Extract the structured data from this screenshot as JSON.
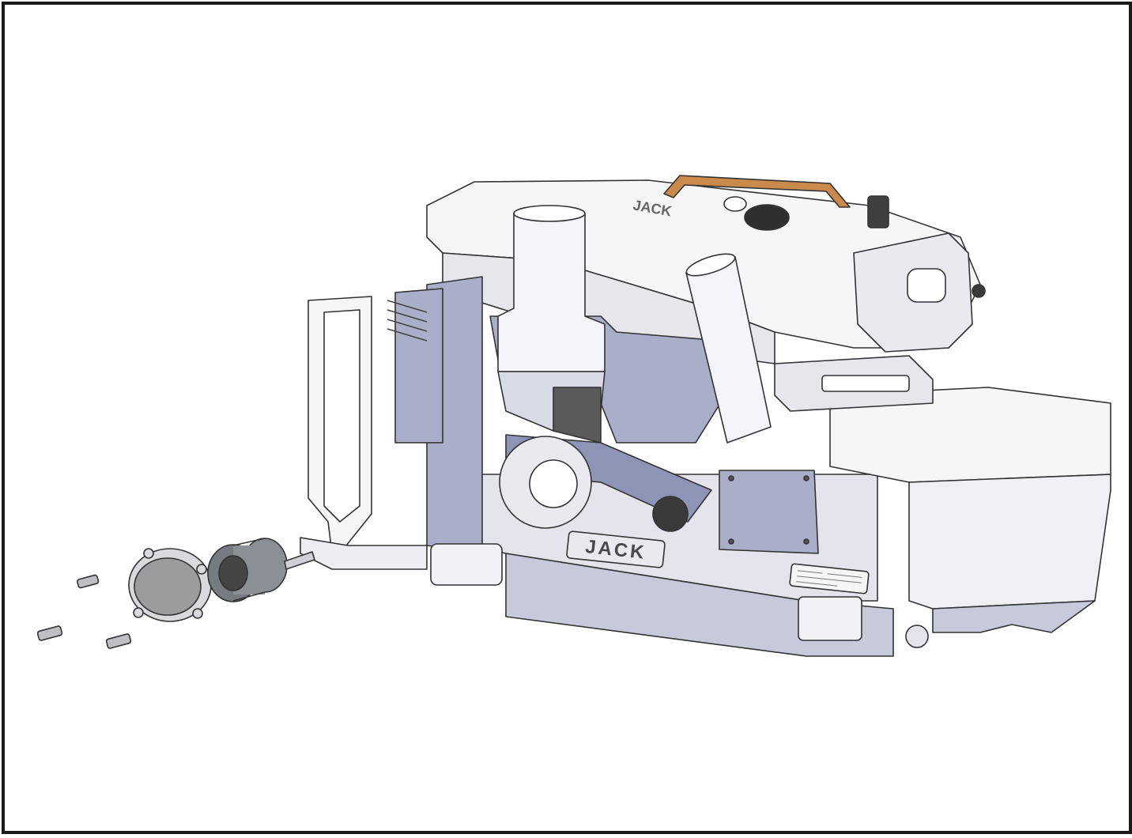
{
  "diagram": {
    "colors": {
      "frame": "#1a1a1a",
      "outline": "#333333",
      "body": "#f6f6f8",
      "body_shade": "#e6e7ec",
      "blue_grey": "#a9aec9",
      "blue_grey_dark": "#8e94b5",
      "base": "#c7cadb",
      "dark_part": "#5a5a5a",
      "accent_orange": "#c98a4b"
    },
    "labels": {
      "brand_plate": "JACK",
      "top_logo": "JACK"
    },
    "parts": [
      {
        "name": "machine-head",
        "icon": "sewing-machine-icon"
      },
      {
        "name": "motor-cover",
        "icon": "motor-cover-icon"
      },
      {
        "name": "motor-rotor",
        "icon": "rotor-icon"
      },
      {
        "name": "screw",
        "count": 3,
        "icon": "screw-icon"
      },
      {
        "name": "work-table",
        "icon": "table-icon"
      },
      {
        "name": "thread-stand",
        "icon": "cylinder-icon"
      }
    ]
  }
}
